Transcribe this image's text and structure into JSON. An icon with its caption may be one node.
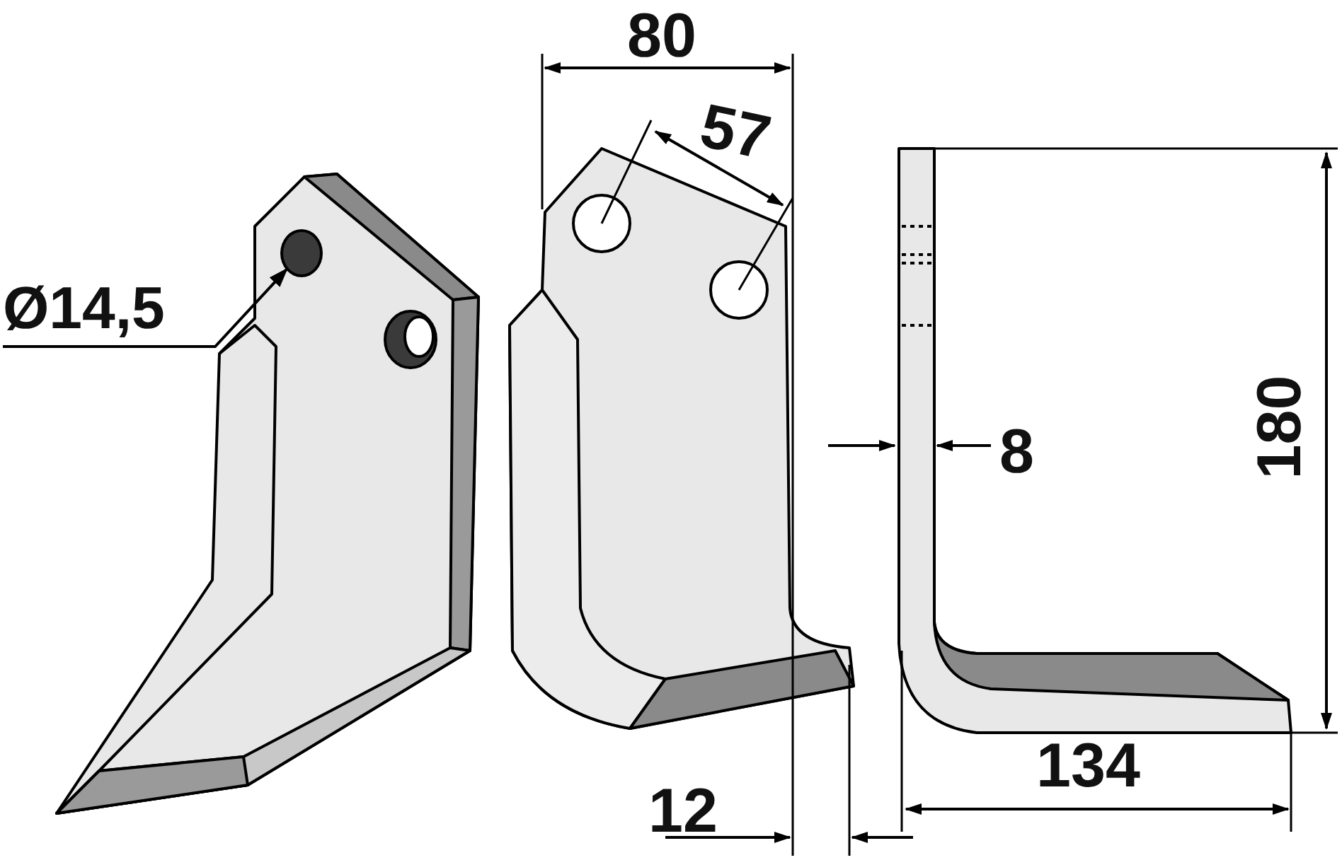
{
  "diagram": {
    "nodes": [
      {
        "text": [
          "Ø14,5"
        ]
      },
      {
        "text": [],
        "shape": "circle"
      }
    ],
    "edges": [
      {
        "from": 0,
        "to": 1,
        "arrow": "to"
      }
    ],
    "labels": [
      "80",
      "57",
      "180",
      "8",
      "12",
      "134"
    ]
  }
}
